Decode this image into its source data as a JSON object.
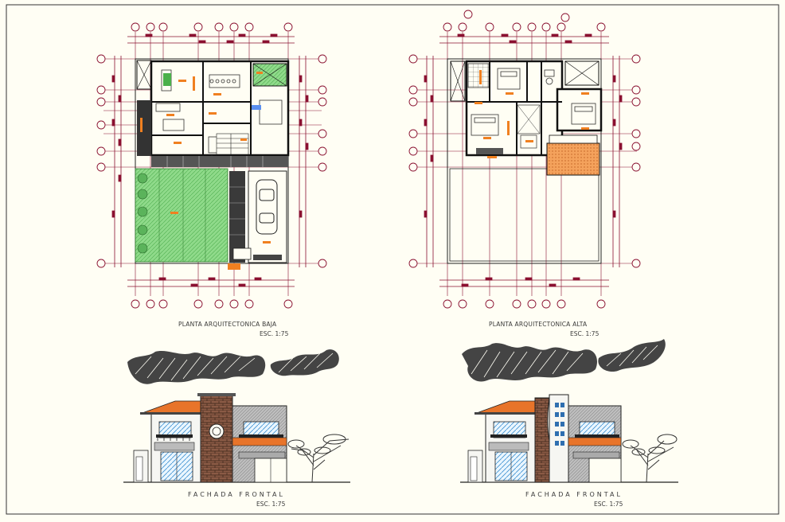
{
  "sheet": {
    "plans": [
      {
        "title": "PLANTA ARQUITECTONICA BAJA",
        "scale": "ESC. 1:75"
      },
      {
        "title": "PLANTA ARQUITECTONICA ALTA",
        "scale": "ESC. 1:75"
      }
    ],
    "facades": [
      {
        "title": "FACHADA FRONTAL",
        "scale": "ESC. 1:75"
      },
      {
        "title": "FACHADA FRONTAL",
        "scale": "ESC. 1:75"
      }
    ]
  },
  "colors": {
    "paper": "#fffef4",
    "axis": "#8a1030",
    "wall": "#1a1a1a",
    "garden": "#7ed07e",
    "terrace": "#f0a060",
    "roof": "#e8742a",
    "brick": "#7a4a38",
    "text_tag": "#f08020"
  },
  "icons": [
    "axis-bubble-icon",
    "tree-icon",
    "car-icon",
    "cloud-icon"
  ]
}
